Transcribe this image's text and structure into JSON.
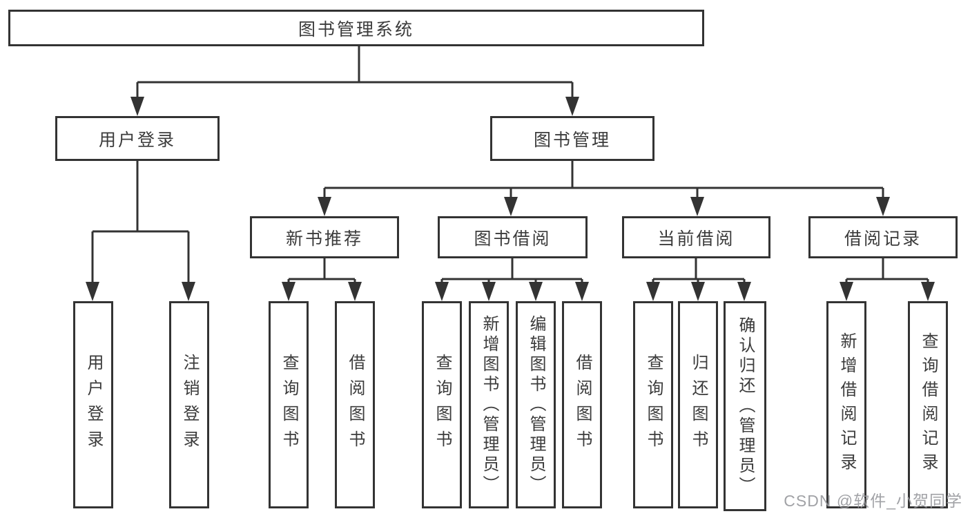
{
  "watermark": "CSDN @软件_小贺同学",
  "colors": {
    "line": "#333333",
    "text": "#3b3b3b",
    "background": "#ffffff",
    "watermark": "#97989d"
  },
  "tree": {
    "root": "图书管理系统",
    "branches": [
      {
        "label": "用户登录",
        "leaves": [
          "用户登录",
          "注销登录"
        ]
      },
      {
        "label": "图书管理",
        "groups": [
          {
            "label": "新书推荐",
            "leaves": [
              "查询图书",
              "借阅图书"
            ]
          },
          {
            "label": "图书借阅",
            "leaves": [
              "查询图书",
              "新增图书（管理员）",
              "编辑图书（管理员）",
              "借阅图书"
            ]
          },
          {
            "label": "当前借阅",
            "leaves": [
              "查询图书",
              "归还图书",
              "确认归还（管理员）"
            ]
          },
          {
            "label": "借阅记录",
            "leaves": [
              "新增借阅记录",
              "查询借阅记录"
            ]
          }
        ]
      }
    ]
  }
}
